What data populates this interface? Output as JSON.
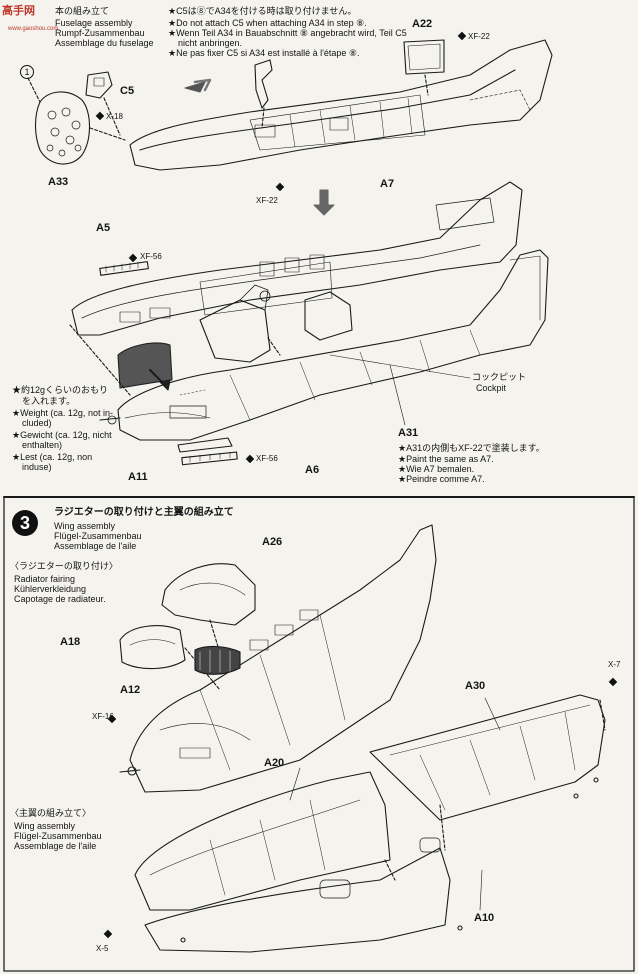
{
  "watermark": {
    "logo": "高手网",
    "url": "www.gaoshou.com"
  },
  "step2": {
    "title_jp": "本の組み立て",
    "title_en": "Fuselage assembly",
    "title_de": "Rumpf-Zusammenbau",
    "title_fr": "Assemblage du fuselage",
    "notes": [
      "★C5は⑧でA34を付ける時は取り付けません。",
      "★Do not attach C5 when attaching A34 in step ⑧.",
      "★Wenn Teil A34 in Bauabschnitt ⑧ angebracht wird, Teil C5",
      "nicht anbringen.",
      "★Ne pas fixer C5 si A34 est installé à l'étape ⑧."
    ],
    "weight_notes": [
      "★約12gくらいのおもり",
      "を入れます。",
      "★Weight (ca. 12g, not in-",
      "cluded)",
      "★Gewicht (ca. 12g, nicht",
      "enthalten)",
      "★Lest (ca. 12g, non",
      "induse)"
    ],
    "paint_notes": [
      "★A31の内側もXF-22で塗装します。",
      "★Paint the same as A7.",
      "★Wie A7 bemalen.",
      "★Peindre comme A7."
    ],
    "cockpit_jp": "コックピット",
    "cockpit_en": "Cockpit",
    "circle_one": "1",
    "parts": {
      "a22": "A22",
      "c5": "C5",
      "a33": "A33",
      "a7": "A7",
      "a5": "A5",
      "a31": "A31",
      "a11": "A11",
      "a6": "A6"
    },
    "colors": {
      "xf22a": "XF-22",
      "x18": "X-18",
      "xf22b": "XF-22",
      "xf56a": "XF-56",
      "xf56b": "XF-56"
    }
  },
  "step3": {
    "number": "3",
    "title_jp": "ラジエターの取り付けと主翼の組み立て",
    "title_en": "Wing assembly",
    "title_de": "Flügel-Zusammenbau",
    "title_fr": "Assemblage de l'aile",
    "radiator_jp": "〈ラジエターの取り付け〉",
    "radiator_en": "Radiator fairing",
    "radiator_de": "Kühlerverkleidung",
    "radiator_fr": "Capotage de radiateur.",
    "wing_jp": "〈主翼の組み立て〉",
    "wing_en": "Wing assembly",
    "wing_de": "Flügel-Zusammenbau",
    "wing_fr": "Assemblage de l'aile",
    "parts": {
      "a26": "A26",
      "a18": "A18",
      "a12": "A12",
      "a30": "A30",
      "a20": "A20",
      "a10": "A10"
    },
    "colors": {
      "xf16": "XF-16",
      "x7": "X-7",
      "x5": "X-5"
    }
  }
}
